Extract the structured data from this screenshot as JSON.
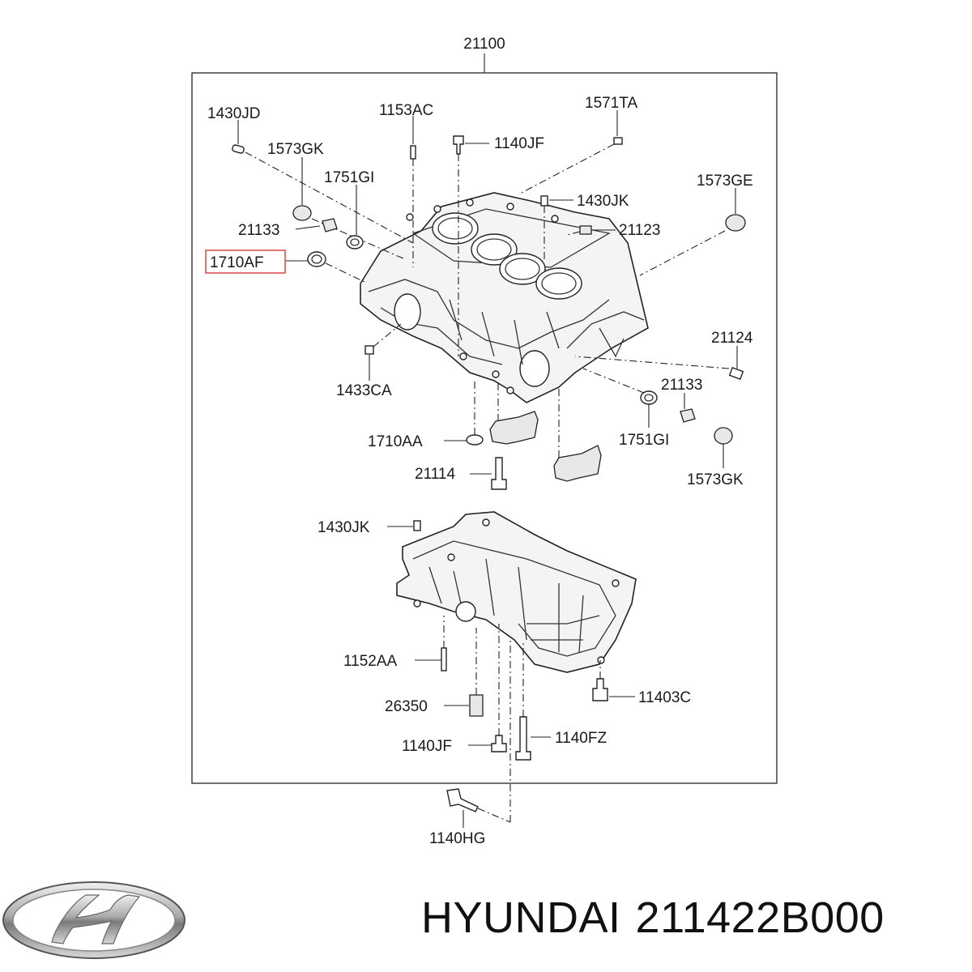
{
  "diagram": {
    "assembly_number": "21100",
    "labels": {
      "l1430JD": "1430JD",
      "l1153AC": "1153AC",
      "l1571TA": "1571TA",
      "l1573GK_top": "1573GK",
      "l1140JF_top": "1140JF",
      "l1751GI_top": "1751GI",
      "l1430JK_top": "1430JK",
      "l1573GE": "1573GE",
      "l21133_left": "21133",
      "l21123": "21123",
      "l1710AF": "1710AF",
      "l21124": "21124",
      "l1433CA": "1433CA",
      "l21133_right": "21133",
      "l1710AA": "1710AA",
      "l1751GI_bottom": "1751GI",
      "l21114": "21114",
      "l1573GK_bottom": "1573GK",
      "l1430JK_pan": "1430JK",
      "l1152AA": "1152AA",
      "l11403C": "11403C",
      "l26350": "26350",
      "l1140FZ": "1140FZ",
      "l1140JF_bottom": "1140JF",
      "l1140HG": "1140HG"
    },
    "highlight_color": "#d9534f"
  },
  "footer": {
    "brand": "HYUNDAI",
    "part_number": "211422B000"
  }
}
